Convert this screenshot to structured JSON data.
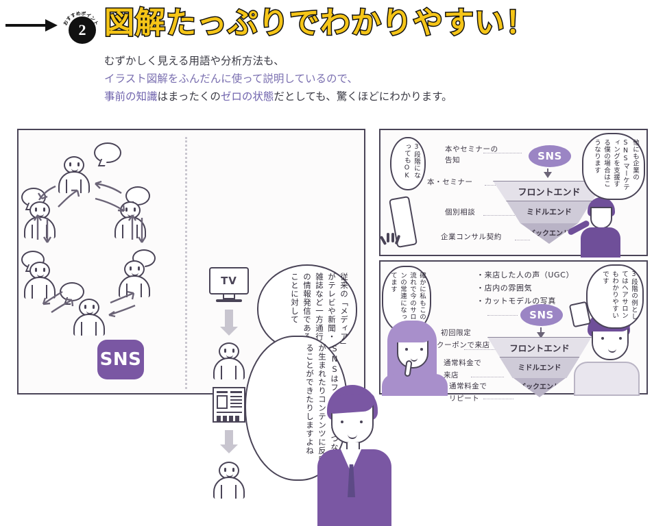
{
  "header": {
    "badge_number": "2",
    "badge_arc_text": "おすすめポイント",
    "headline": "図解たっぷりでわかりやすい！"
  },
  "lead": {
    "line1": "むずかしく見える用語や分析方法も、",
    "line2": "イラスト図解をふんだんに使って説明しているので、",
    "line3_a": "事前の知識",
    "line3_b": "はまったくの",
    "line3_c": "ゼロの状態",
    "line3_d": "だとしても、驚くほどにわかります。",
    "accent_color": "#7a6fb0"
  },
  "panel_left": {
    "sns_label": "SNS",
    "tv_label": "TV",
    "bubble_top": "従来の「メディア」がテレビや新聞・雑誌など一方通行の情報発信であることに対して",
    "bubble_bottom": "SNSはフォローしてつながりが生まれたりコンテンツに反応することができたりしますよね",
    "icons": [
      "tv-icon",
      "newspaper-icon",
      "person-icon",
      "speech-bubble-icon"
    ]
  },
  "panel_top_right": {
    "bubble_left": "3段階になってもOK",
    "bubble_right": "他にも企業のSNSマーケティングを支援する僕の場合はこうなります",
    "sns_label": "SNS",
    "funnel_tiers": [
      "フロントエンド",
      "ミドルエンド",
      "バックエンド"
    ],
    "stage_labels": [
      "本やセミナーの",
      "告知",
      "本・セミナー",
      "個別相談",
      "企業コンサル契約"
    ]
  },
  "panel_bottom_right": {
    "bubble_left": "確かに私もこの流れで今のサロンの常連になってます",
    "bubble_right": "3段階の例としてはヘアサロンもわかりやすいです",
    "sns_label": "SNS",
    "bullets": [
      "・来店した人の声（UGC）",
      "・店内の雰囲気",
      "・カットモデルの写真"
    ],
    "funnel_tiers": [
      "フロントエンド",
      "ミドルエンド",
      "バックエンド"
    ],
    "stage_labels": [
      "初回限定",
      "クーポンで来店",
      "通常料金で",
      "来店",
      "通常料金で",
      "リピート"
    ]
  },
  "colors": {
    "brand_purple": "#7a57a3",
    "light_purple": "#9b85c4",
    "headline_yellow": "#f5c518",
    "ink": "#4a4457"
  }
}
